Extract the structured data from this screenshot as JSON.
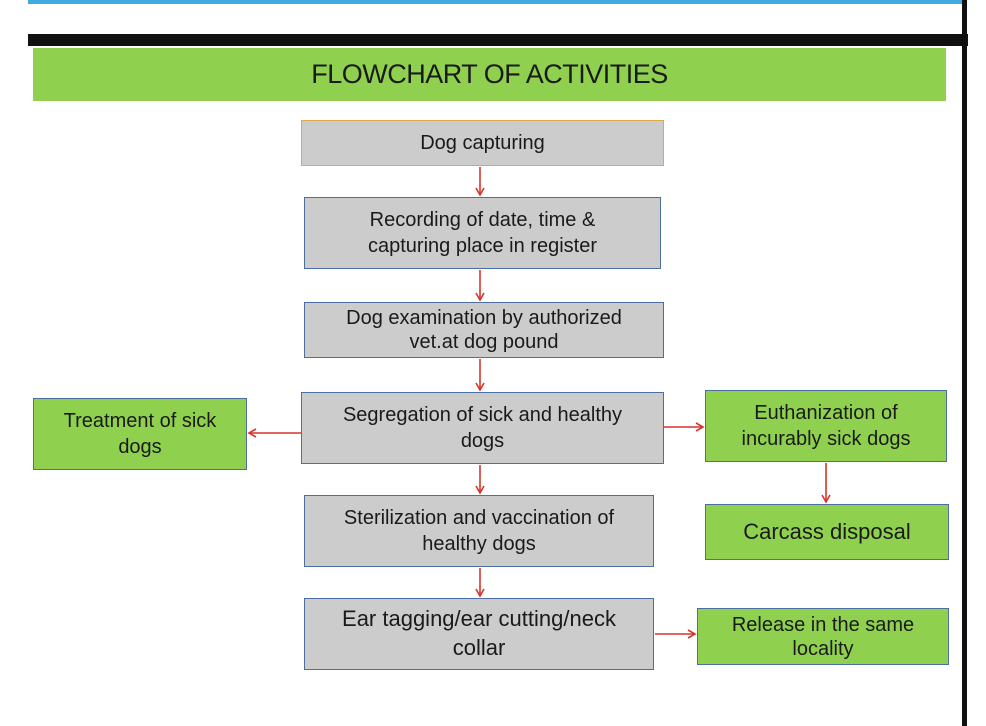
{
  "title": "FLOWCHART OF ACTIVITIES",
  "nodes": {
    "capture": "Dog capturing",
    "record": "Recording of date, time & capturing place in register",
    "exam": "Dog examination by authorized vet.at dog pound",
    "segregate": "Segregation of sick and healthy dogs",
    "treat": "Treatment of sick dogs",
    "euthanize": "Euthanization of incurably sick dogs",
    "carcass": "Carcass disposal",
    "sterilize": "Sterilization and vaccination of healthy dogs",
    "tag": "Ear tagging/ear cutting/neck collar",
    "release": "Release in the same locality"
  },
  "colors": {
    "title_band": "#8fd14f",
    "gray_box": "#cccccc",
    "green_box": "#8fd14f",
    "arrow": "#d9342b",
    "border": "#4b6f9e"
  }
}
